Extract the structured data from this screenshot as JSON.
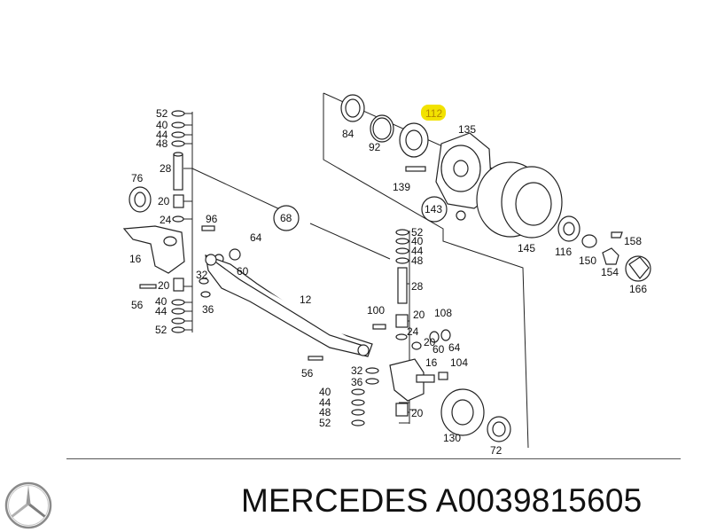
{
  "labels": [
    "52",
    "40",
    "44",
    "48",
    "28",
    "76",
    "20",
    "24",
    "96",
    "64",
    "16",
    "60",
    "32",
    "20",
    "56",
    "40",
    "44",
    "52",
    "36",
    "68",
    "12",
    "84",
    "92",
    "112",
    "135",
    "139",
    "143",
    "145",
    "116",
    "150",
    "158",
    "154",
    "166",
    "52",
    "40",
    "44",
    "48",
    "28",
    "100",
    "20",
    "108",
    "24",
    "20",
    "64",
    "60",
    "16",
    "104",
    "56",
    "32",
    "36",
    "40",
    "44",
    "48",
    "52",
    "20",
    "130",
    "72"
  ],
  "highlight_label": "112",
  "highlight_color": "#f2e200",
  "footer": {
    "brand": "MERCEDES",
    "part_number": "A0039815605"
  },
  "logo_icon": "mercedes-star-icon"
}
